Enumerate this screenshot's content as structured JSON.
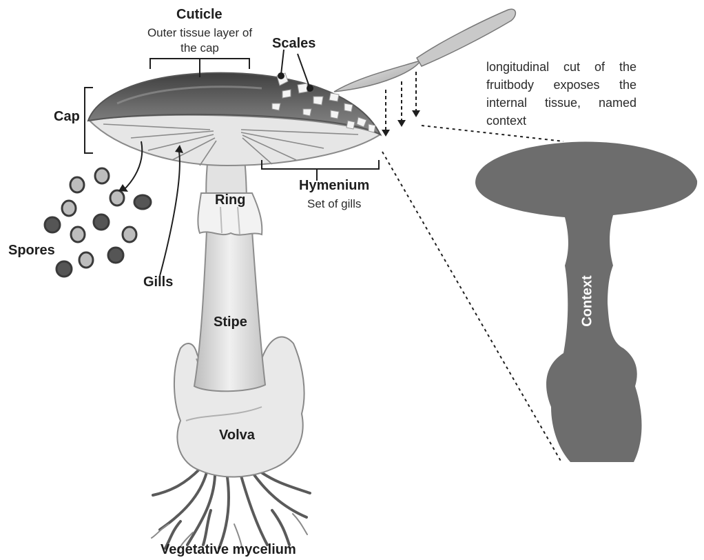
{
  "labels": {
    "cuticle": "Cuticle",
    "cuticle_desc": "Outer tissue layer of the cap",
    "scales": "Scales",
    "cap": "Cap",
    "spores": "Spores",
    "gills": "Gills",
    "ring": "Ring",
    "hymenium": "Hymenium",
    "hymenium_desc": "Set of gills",
    "stipe": "Stipe",
    "volva": "Volva",
    "mycelium": "Vegetative mycelium",
    "context": "Context"
  },
  "cut_description": "longitudinal cut of the fruitbody exposes the internal tissue, named context",
  "colors": {
    "context_fill": "#6d6d6d",
    "cap_dark": "#5a5a5a",
    "gill_light": "#e4e4e4",
    "stipe_fill": "#dcdcdc",
    "volva_fill": "#e9e9e9",
    "spore_fill": "#555555",
    "line": "#1e1e1e"
  },
  "icons": [
    "knife-icon"
  ]
}
